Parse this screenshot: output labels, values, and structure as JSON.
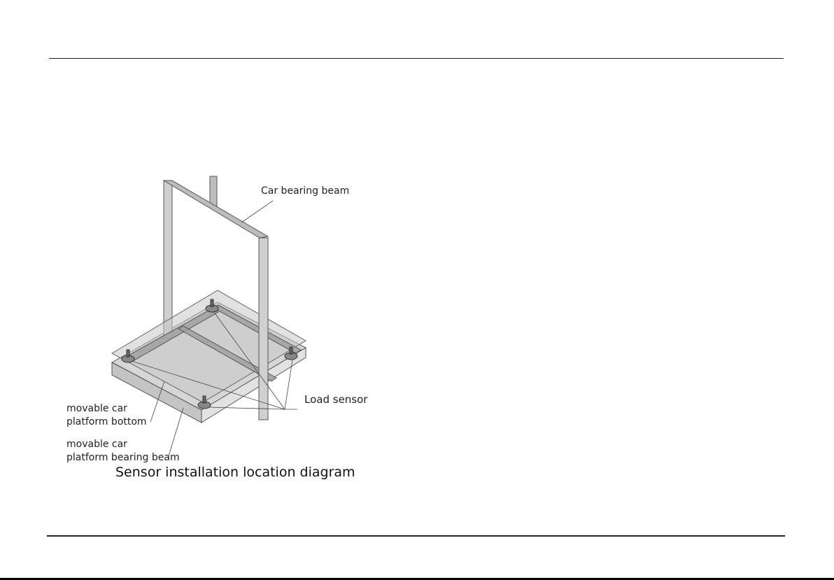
{
  "figure": {
    "labels": {
      "car_bearing_beam": "Car bearing beam",
      "load_sensor": "Load sensor",
      "platform_bottom_line1": "movable car",
      "platform_bottom_line2": "platform bottom",
      "platform_beam_line1": "movable car",
      "platform_beam_line2": "platform bearing beam"
    },
    "caption": "Sensor installation location diagram"
  }
}
